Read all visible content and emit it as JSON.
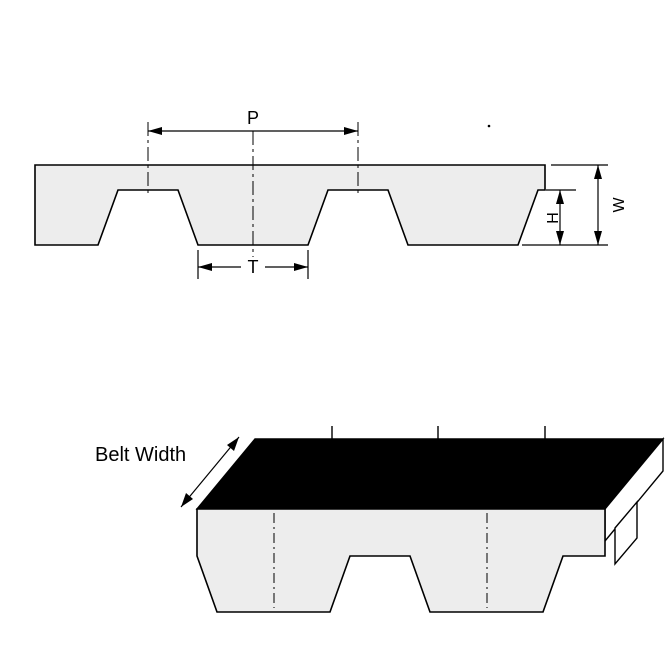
{
  "diagram": {
    "dimensions": {
      "pitch": "P",
      "tooth_width": "T",
      "tooth_height": "H",
      "belt_thickness": "W",
      "belt_width": "Belt Width"
    },
    "colors": {
      "line": "#000000",
      "belt_fill": "#ededed",
      "top_face_fill": "#000000",
      "background": "#ffffff"
    }
  }
}
